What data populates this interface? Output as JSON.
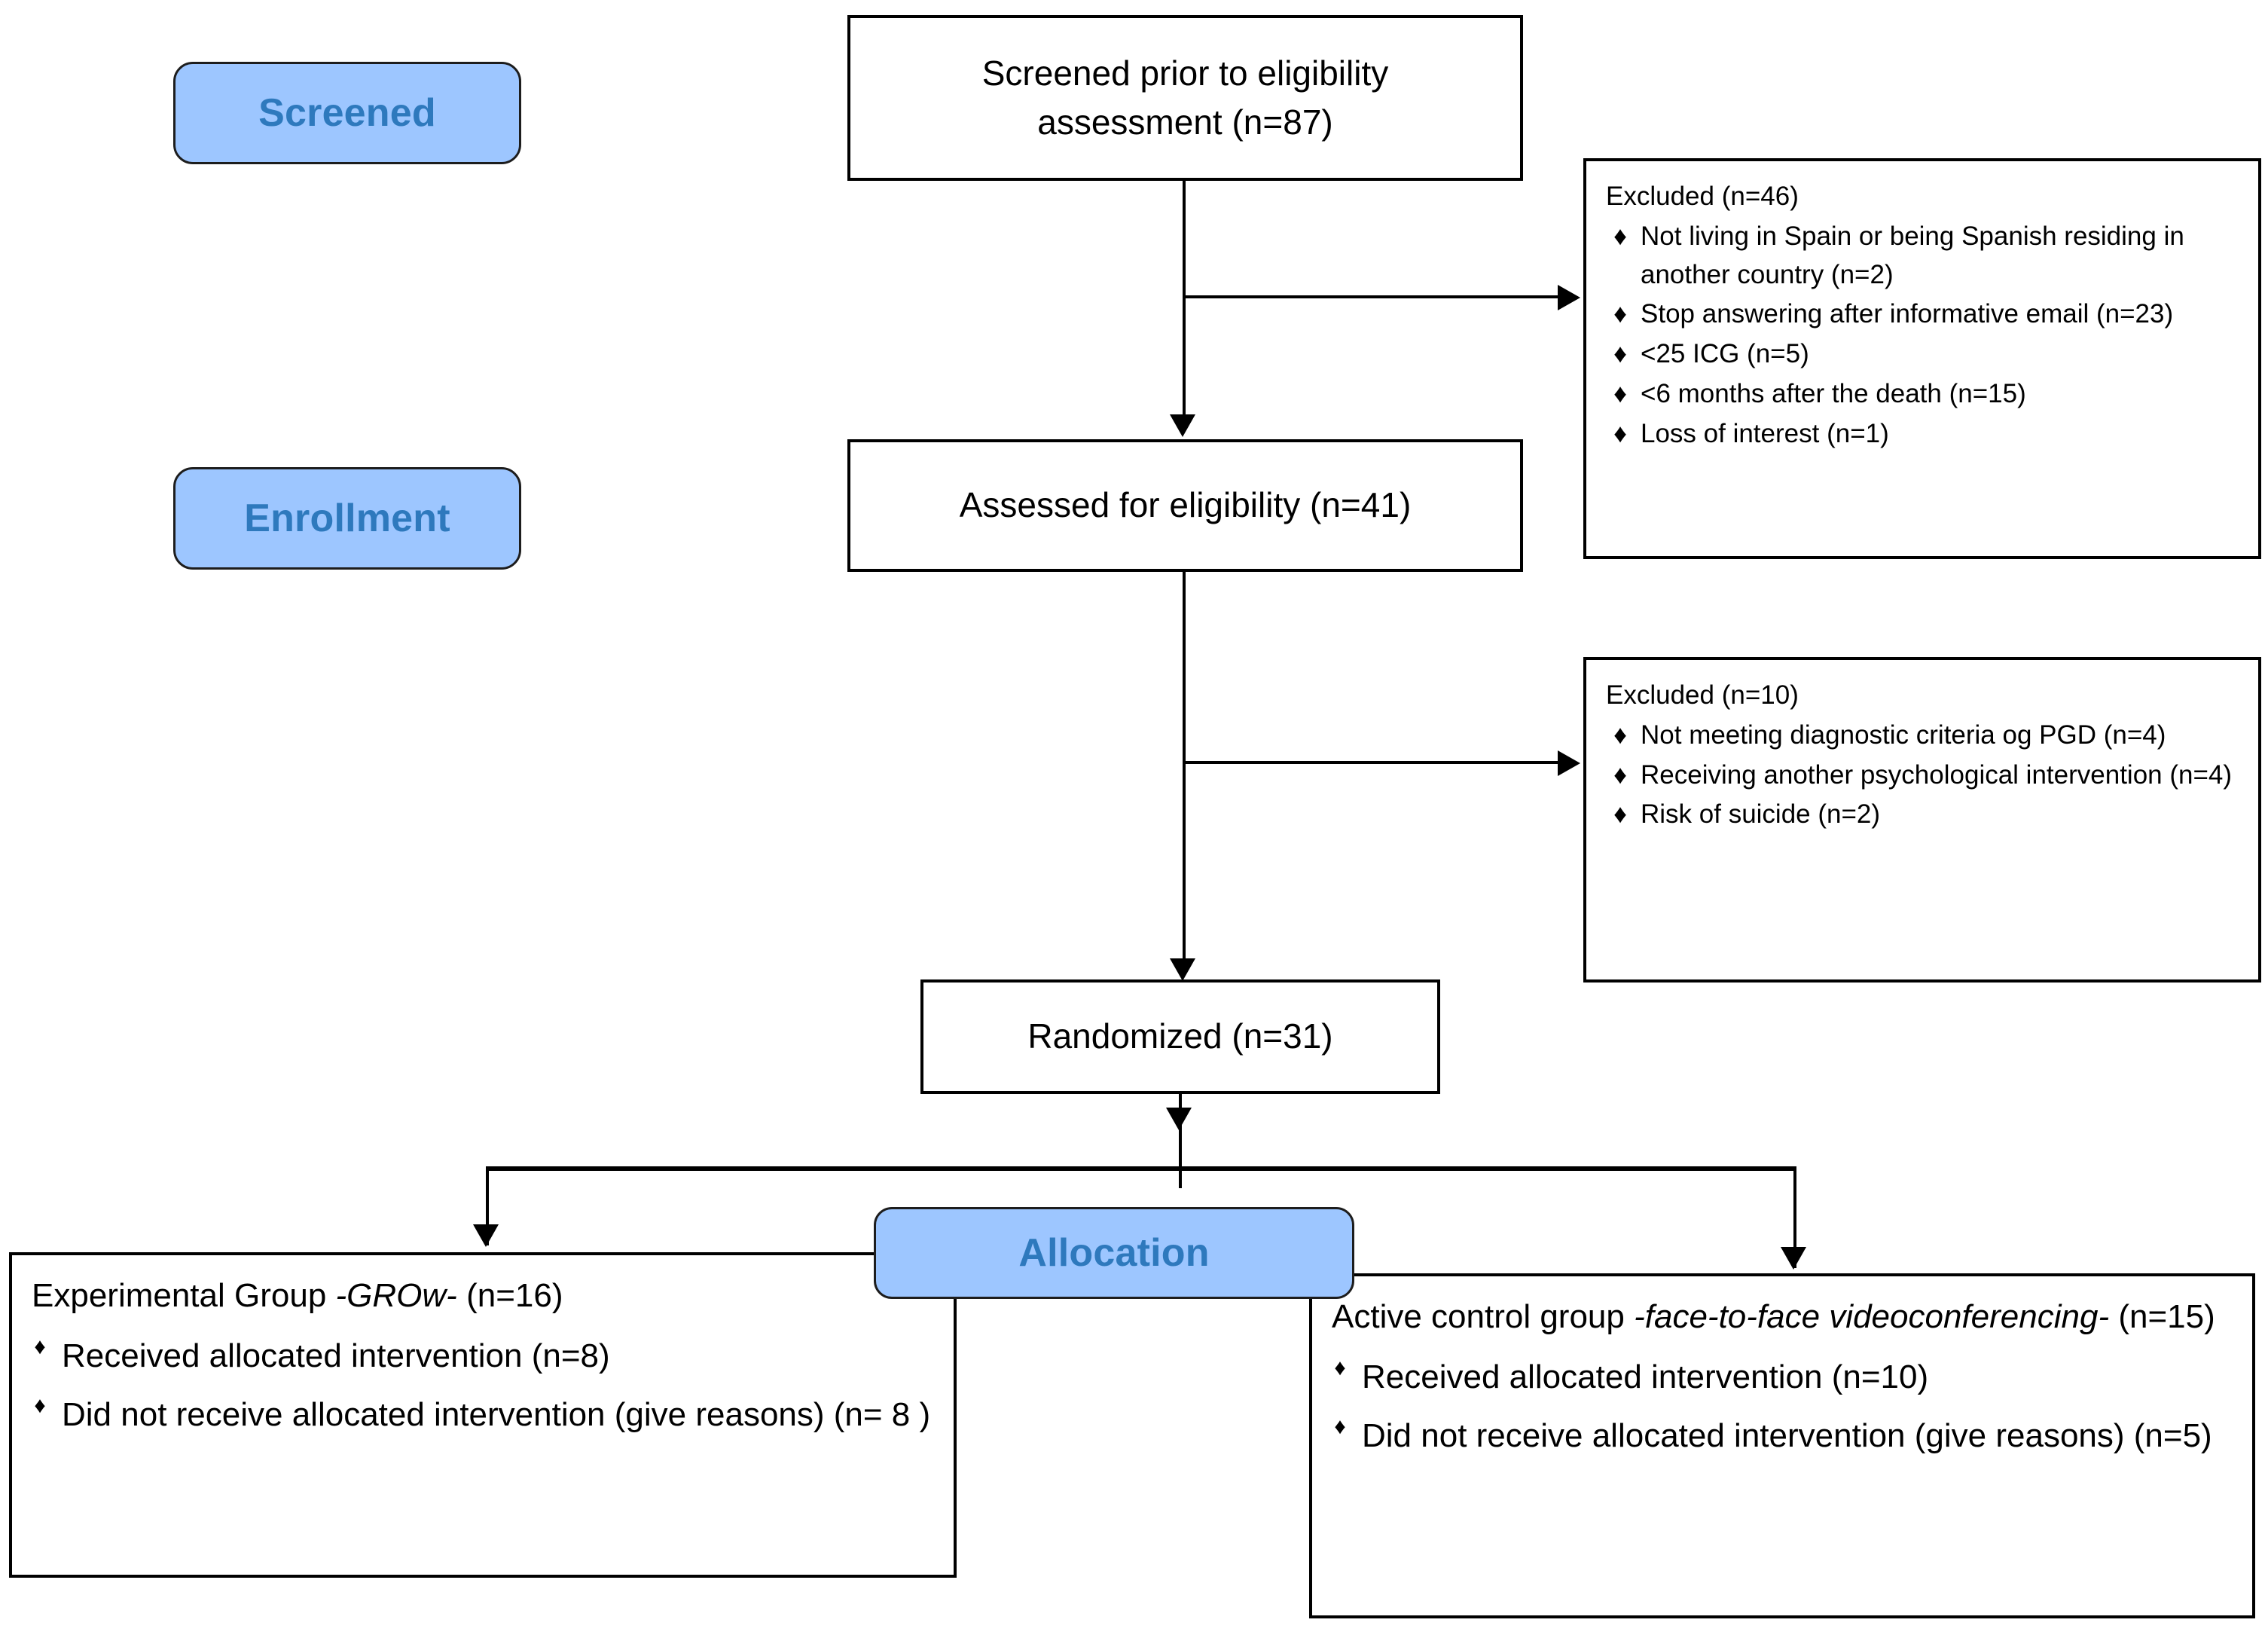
{
  "figure": {
    "type": "consort-flow-diagram",
    "colors": {
      "badge_fill": "#9dc6ff",
      "badge_text": "#2e79bd",
      "stroke": "#000000",
      "node_fill": "#ffffff"
    }
  },
  "stages": {
    "screened": "Screened",
    "enrollment": "Enrollment",
    "allocation": "Allocation"
  },
  "nodes": {
    "screened_box": {
      "line1": "Screened prior to eligibility",
      "line2": "assessment (n=87)"
    },
    "assessed_box": {
      "line1": "Assessed for eligibility (n=41)"
    },
    "randomized_box": {
      "line1": "Randomized (n=31)"
    }
  },
  "exclusions": [
    {
      "title": "Excluded (n=46)",
      "items": [
        "Not living in Spain or being Spanish residing in another country (n=2)",
        "Stop answering after informative email (n=23)",
        "<25 ICG (n=5)",
        "<6 months after the death (n=15)",
        "Loss of interest (n=1)"
      ]
    },
    {
      "title": "Excluded (n=10)",
      "items": [
        "Not meeting diagnostic criteria og PGD (n=4)",
        "Receiving another psychological intervention (n=4)",
        "Risk of suicide (n=2)"
      ]
    }
  ],
  "allocation_groups": {
    "left": {
      "title_plain_1": "Experimental Group ",
      "title_italic": "-GROw-",
      "title_plain_2": " (n=16)",
      "items": [
        "Received allocated intervention (n=8)",
        "Did not receive allocated intervention (give reasons) (n= 8 )"
      ]
    },
    "right": {
      "title_plain_1": "Active control group ",
      "title_italic": "-face-to-face videoconferencing-",
      "title_plain_2": " (n=15)",
      "items": [
        "Received allocated intervention (n=10)",
        "Did not receive allocated intervention (give reasons) (n=5)"
      ]
    }
  },
  "glyphs": {
    "bullet_diamond": "♦"
  }
}
